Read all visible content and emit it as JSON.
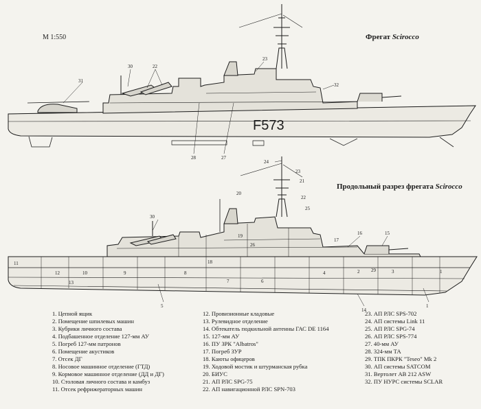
{
  "header": {
    "scale": "М 1:550",
    "title_top_prefix": "Фрегат ",
    "title_top_name": "Scirocco",
    "title_bottom_prefix": "Продольный разрез фрегата ",
    "title_bottom_name": "Scirocco"
  },
  "hull_number": "F573",
  "callouts_top": [
    "30",
    "22",
    "31",
    "23",
    "32",
    "28",
    "27"
  ],
  "callouts_bottom": [
    "24",
    "23",
    "21",
    "20",
    "22",
    "25",
    "19",
    "26",
    "17",
    "16",
    "15",
    "30",
    "18",
    "11",
    "12",
    "10",
    "9",
    "13",
    "8",
    "7",
    "6",
    "5",
    "4",
    "2",
    "3",
    "1",
    "14",
    "29",
    "1"
  ],
  "legend": {
    "col1": [
      "1. Цепной ящик",
      "2. Помещение шпилевых машин",
      "3. Кубрики личного состава",
      "4. Подбашенное отделение 127-мм АУ",
      "5. Погреб 127-мм патронов",
      "6. Помещение акустиков",
      "7. Отсек ДГ",
      "8. Носовое машинное отделение (ГТД)",
      "9. Кормовое машинное отделение (ДД и ДГ)",
      "10. Столовая личного состава и камбуз",
      "11. Отсек рефрижераторных машин"
    ],
    "col2": [
      "12. Провизионные кладовые",
      "13. Рулевидное отделение",
      "14. Обтекатель подкильной антенны ГАС DE 1164",
      "15. 127-мм АУ",
      "16. ПУ ЗРК \"Albatros\"",
      "17. Погреб ЗУР",
      "18. Каюты офицеров",
      "19. Ходовой мостик и штурманская рубка",
      "20. БИУС",
      "21. АП РЛС SPG-75",
      "22. АП навигационной РЛС SPN-703"
    ],
    "col3": [
      "23. АП РЛС SPS-702",
      "24. АП системы Link 11",
      "25. АП РЛС SPG-74",
      "26. АП РЛС SPS-774",
      "27. 40-мм АУ",
      "28. 324-мм ТА",
      "29. ТПК ПКРК \"Teseo\" Mk 2",
      "30. АП системы SATCOM",
      "31. Вертолет AB 212 ASW",
      "32. ПУ НУРС системы SCLAR"
    ]
  },
  "colors": {
    "ink": "#1b1b1b",
    "paper": "#f4f3ee"
  }
}
